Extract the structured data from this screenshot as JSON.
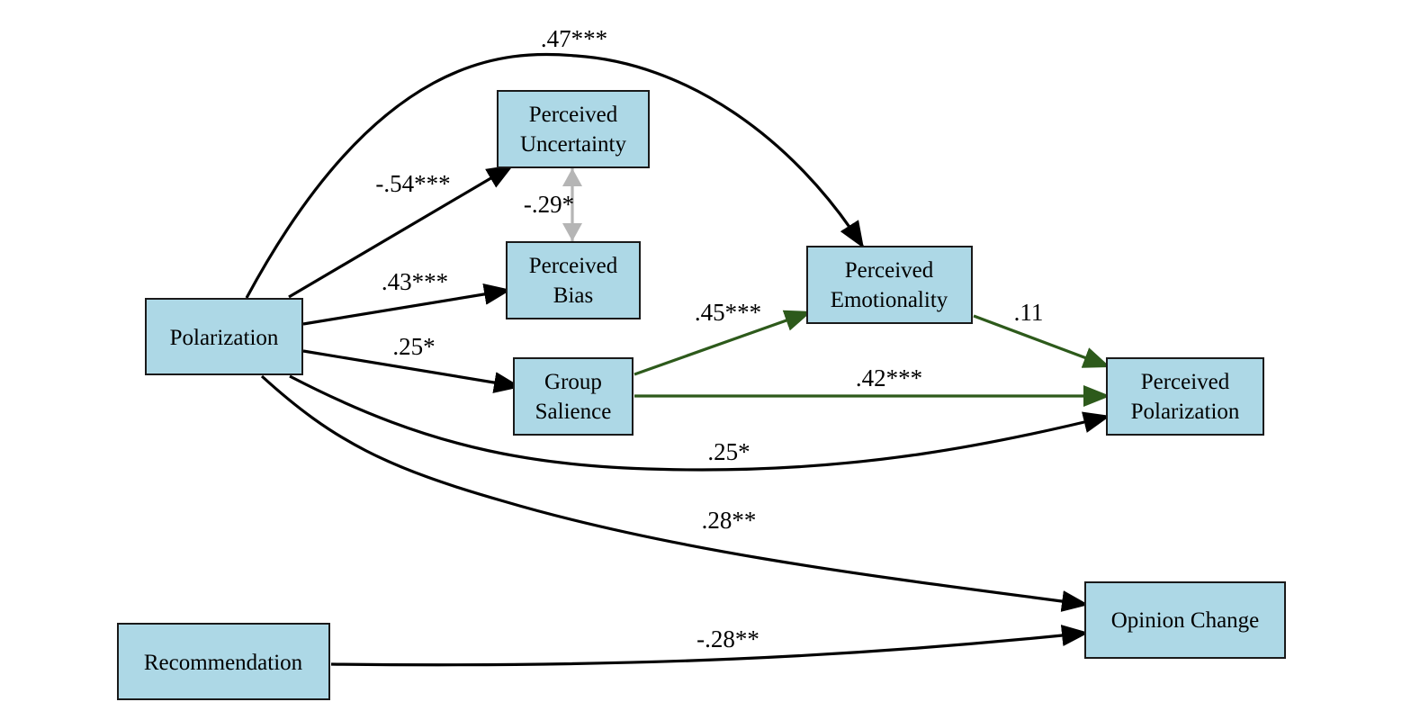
{
  "colors": {
    "node_fill": "#add8e6",
    "edge_black": "#000000",
    "edge_green": "#2d5a1b",
    "edge_gray": "#b5b5b5"
  },
  "nodes": {
    "polarization": [
      "Polarization"
    ],
    "recommendation": [
      "Recommendation"
    ],
    "perceived_uncertainty": [
      "Perceived",
      "Uncertainty"
    ],
    "perceived_bias": [
      "Perceived",
      "Bias"
    ],
    "group_salience": [
      "Group",
      "Salience"
    ],
    "perceived_emotionality": [
      "Perceived",
      "Emotionality"
    ],
    "perceived_polarization": [
      "Perceived",
      "Polarization"
    ],
    "opinion_change": [
      "Opinion Change"
    ]
  },
  "edges": [
    {
      "id": "pol-emo",
      "from": "polarization",
      "to": "perceived_emotionality",
      "label": ".47***",
      "color": "black"
    },
    {
      "id": "pol-unc",
      "from": "polarization",
      "to": "perceived_uncertainty",
      "label": "-.54***",
      "color": "black"
    },
    {
      "id": "unc-bias",
      "from": "perceived_uncertainty",
      "to": "perceived_bias",
      "label": "-.29*",
      "color": "gray",
      "bidirectional": true
    },
    {
      "id": "pol-bias",
      "from": "polarization",
      "to": "perceived_bias",
      "label": ".43***",
      "color": "black"
    },
    {
      "id": "pol-grp",
      "from": "polarization",
      "to": "group_salience",
      "label": ".25*",
      "color": "black"
    },
    {
      "id": "grp-emo",
      "from": "group_salience",
      "to": "perceived_emotionality",
      "label": ".45***",
      "color": "green"
    },
    {
      "id": "emo-ppol",
      "from": "perceived_emotionality",
      "to": "perceived_polarization",
      "label": ".11",
      "color": "green"
    },
    {
      "id": "grp-ppol",
      "from": "group_salience",
      "to": "perceived_polarization",
      "label": ".42***",
      "color": "green"
    },
    {
      "id": "pol-ppol",
      "from": "polarization",
      "to": "perceived_polarization",
      "label": ".25*",
      "color": "black"
    },
    {
      "id": "pol-op",
      "from": "polarization",
      "to": "opinion_change",
      "label": ".28**",
      "color": "black"
    },
    {
      "id": "rec-op",
      "from": "recommendation",
      "to": "opinion_change",
      "label": "-.28**",
      "color": "black"
    }
  ]
}
